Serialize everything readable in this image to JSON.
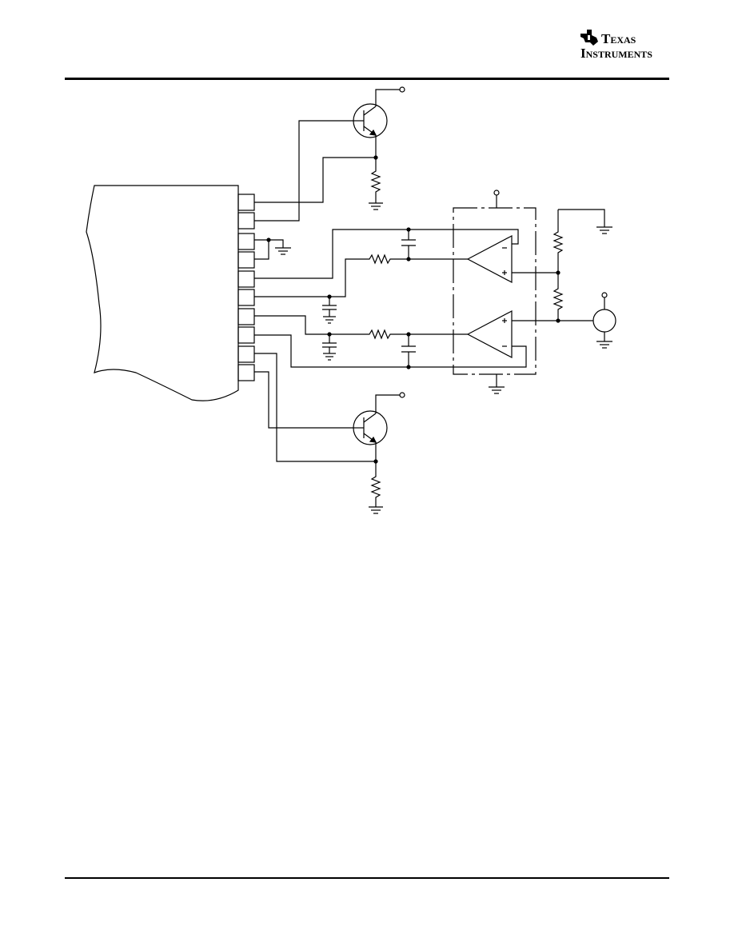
{
  "header": {
    "logo": {
      "line1": "Texas",
      "line2": "Instruments"
    }
  },
  "schematic": {
    "icon": "circuit-schematic",
    "connector_pins": 10,
    "components": [
      "npn-transistor",
      "npn-transistor",
      "op-amp",
      "op-amp",
      "resistor",
      "capacitor",
      "ground",
      "meter"
    ]
  }
}
